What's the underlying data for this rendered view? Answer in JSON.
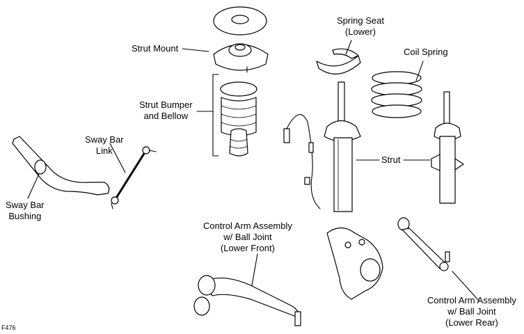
{
  "labels": {
    "strut_mount": "Strut Mount",
    "strut_bumper": [
      "Strut Bumper",
      "and Bellow"
    ],
    "spring_seat": [
      "Spring Seat",
      "(Lower)"
    ],
    "coil_spring": "Coil Spring",
    "strut": "Strut",
    "sway_bar_link": [
      "Sway Bar",
      "Link"
    ],
    "sway_bar_bushing": [
      "Sway Bar",
      "Bushing"
    ],
    "control_arm_front": [
      "Control Arm Assembly",
      "w/ Ball Joint",
      "(Lower Front)"
    ],
    "control_arm_rear": [
      "Control Arm Assembly",
      "w/ Ball Joint",
      "(Lower Rear)"
    ]
  },
  "figure_code": "F476"
}
